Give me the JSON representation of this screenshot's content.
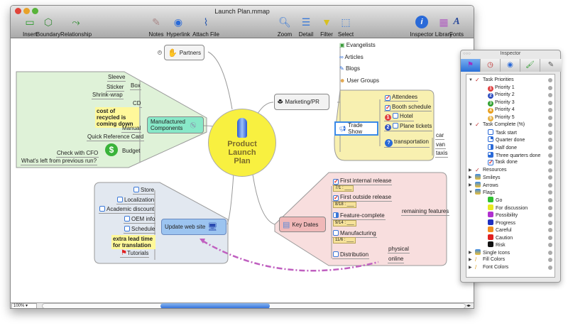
{
  "window": {
    "title": "Launch Plan.mmap"
  },
  "toolbar": [
    {
      "label": "Insert",
      "icon": "insert-topic-icon"
    },
    {
      "label": "Boundary",
      "icon": "boundary-icon"
    },
    {
      "label": "Relationship",
      "icon": "relationship-icon"
    },
    {
      "label": "Notes",
      "icon": "notes-icon"
    },
    {
      "label": "Hyperlink",
      "icon": "hyperlink-icon"
    },
    {
      "label": "Attach File",
      "icon": "paperclip-icon"
    },
    {
      "label": "Zoom",
      "icon": "magnifier-icon"
    },
    {
      "label": "Detail",
      "icon": "detail-icon"
    },
    {
      "label": "Filter",
      "icon": "funnel-icon"
    },
    {
      "label": "Select",
      "icon": "select-icon"
    },
    {
      "label": "Inspector",
      "icon": "info-icon"
    },
    {
      "label": "Library",
      "icon": "library-icon"
    },
    {
      "label": "Fonts",
      "icon": "fonts-icon"
    }
  ],
  "map": {
    "central": "Product Launch Plan",
    "partners": "Partners",
    "manufactured": {
      "label": "Manufactured Components",
      "box": "Box",
      "sleeve": "Sleeve",
      "sticker": "Sticker",
      "shrink": "Shrink-wrap",
      "cd": "CD",
      "note": "cost of recycled is coming down",
      "manual": "Manual",
      "qrc": "Quick Reference Card",
      "budget": "Budget",
      "cfo": "Check with CFO",
      "left": "What's left from previous run?"
    },
    "marketing": {
      "label": "Marketing/PR",
      "evangelists": "Evangelists",
      "articles": "Articles",
      "blogs": "Blogs",
      "usergroups": "User Groups",
      "tradeshow": "Trade Show",
      "attendees": "Attendees",
      "booth": "Booth schedule",
      "hotel": "Hotel",
      "plane": "Plane tickets",
      "transportation": "transportation",
      "car": "car",
      "van": "van",
      "taxis": "taxis"
    },
    "keydates": {
      "label": "Key Dates",
      "r1": "First internal release",
      "d1": "7/1 : ___",
      "r2": "First outside release",
      "d2": "8/18 : ___",
      "r3": "Feature-complete",
      "d3": "9/14 : ___",
      "remaining": "remaining features",
      "r4": "Manufacturing",
      "d4": "11/6 : ___",
      "r5": "Distribution",
      "physical": "physical",
      "online": "online"
    },
    "web": {
      "label": "Update web site",
      "store": "Store",
      "localization": "Localization",
      "academic": "Academic discount",
      "oem": "OEM info",
      "schedule": "Schedule",
      "note": "extra lead time for translation",
      "tutorials": "Tutorials"
    },
    "colors": {
      "green_boundary": "#dff2d8",
      "yellow_boundary": "#f8f0b0",
      "pink_boundary": "#f8dede",
      "blue_boundary": "#e2e8f0",
      "central": "#f8f040",
      "relationship": "#c060c0"
    }
  },
  "statusbar": {
    "zoom": "100%"
  },
  "inspector": {
    "title": "Inspector",
    "rows": [
      {
        "label": "Task Priorities",
        "level": 0,
        "open": true,
        "icon": "task-icon"
      },
      {
        "label": "Priority 1",
        "level": 1,
        "icon": "priority-1",
        "color": "#e04040",
        "n": "1"
      },
      {
        "label": "Priority 2",
        "level": 1,
        "icon": "priority-2",
        "color": "#3050c0",
        "n": "2"
      },
      {
        "label": "Priority 3",
        "level": 1,
        "icon": "priority-3",
        "color": "#30a030",
        "n": "3"
      },
      {
        "label": "Priority 4",
        "level": 1,
        "icon": "priority-4",
        "color": "#e8a020",
        "n": "4"
      },
      {
        "label": "Priority 5",
        "level": 1,
        "icon": "priority-5",
        "color": "#e8b040",
        "n": "5"
      },
      {
        "label": "Task Complete (%)",
        "level": 0,
        "open": true,
        "icon": "task-icon"
      },
      {
        "label": "Task start",
        "level": 1,
        "icon": "progress-0"
      },
      {
        "label": "Quarter done",
        "level": 1,
        "icon": "progress-25"
      },
      {
        "label": "Half done",
        "level": 1,
        "icon": "progress-50"
      },
      {
        "label": "Three quarters done",
        "level": 1,
        "icon": "progress-75"
      },
      {
        "label": "Task done",
        "level": 1,
        "icon": "progress-100"
      },
      {
        "label": "Resources",
        "level": 0,
        "open": false,
        "icon": "task-icon"
      },
      {
        "label": "Smileys",
        "level": 0,
        "open": false,
        "icon": "icon-group"
      },
      {
        "label": "Arrows",
        "level": 0,
        "open": false,
        "icon": "icon-group"
      },
      {
        "label": "Flags",
        "level": 0,
        "open": true,
        "icon": "icon-group"
      },
      {
        "label": "Go",
        "level": 1,
        "icon": "flag",
        "color": "#30c030"
      },
      {
        "label": "For discussion",
        "level": 1,
        "icon": "flag",
        "color": "#e8e820"
      },
      {
        "label": "Possibility",
        "level": 1,
        "icon": "flag",
        "color": "#b030d0"
      },
      {
        "label": "Progress",
        "level": 1,
        "icon": "flag",
        "color": "#2030c0"
      },
      {
        "label": "Careful",
        "level": 1,
        "icon": "flag",
        "color": "#f09020"
      },
      {
        "label": "Caution",
        "level": 1,
        "icon": "flag",
        "color": "#e02020"
      },
      {
        "label": "Risk",
        "level": 1,
        "icon": "flag",
        "color": "#111111"
      },
      {
        "label": "Single Icons",
        "level": 0,
        "open": false,
        "icon": "icon-group"
      },
      {
        "label": "Fill Colors",
        "level": 0,
        "open": false,
        "icon": "brush"
      },
      {
        "label": "Font Colors",
        "level": 0,
        "open": false,
        "icon": "brush"
      }
    ]
  }
}
